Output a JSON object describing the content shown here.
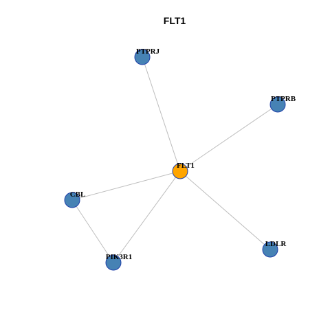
{
  "title": "FLT1",
  "colors": {
    "center_node": "#ffa500",
    "neighbor_node": "#4682b4",
    "node_border": "#1f3fa8",
    "edge": "#bdbdbd"
  },
  "nodes": [
    {
      "id": "FLT1",
      "label": "FLT1",
      "role": "center"
    },
    {
      "id": "PTPRJ",
      "label": "PTPRJ",
      "role": "neighbor"
    },
    {
      "id": "PTPRB",
      "label": "PTPRB",
      "role": "neighbor"
    },
    {
      "id": "CBL",
      "label": "CBL",
      "role": "neighbor"
    },
    {
      "id": "PIK3R1",
      "label": "PIK3R1",
      "role": "neighbor"
    },
    {
      "id": "LDLR",
      "label": "LDLR",
      "role": "neighbor"
    }
  ],
  "edges": [
    {
      "source": "FLT1",
      "target": "PTPRJ"
    },
    {
      "source": "FLT1",
      "target": "PTPRB"
    },
    {
      "source": "FLT1",
      "target": "CBL"
    },
    {
      "source": "FLT1",
      "target": "PIK3R1"
    },
    {
      "source": "FLT1",
      "target": "LDLR"
    },
    {
      "source": "CBL",
      "target": "PIK3R1"
    }
  ]
}
